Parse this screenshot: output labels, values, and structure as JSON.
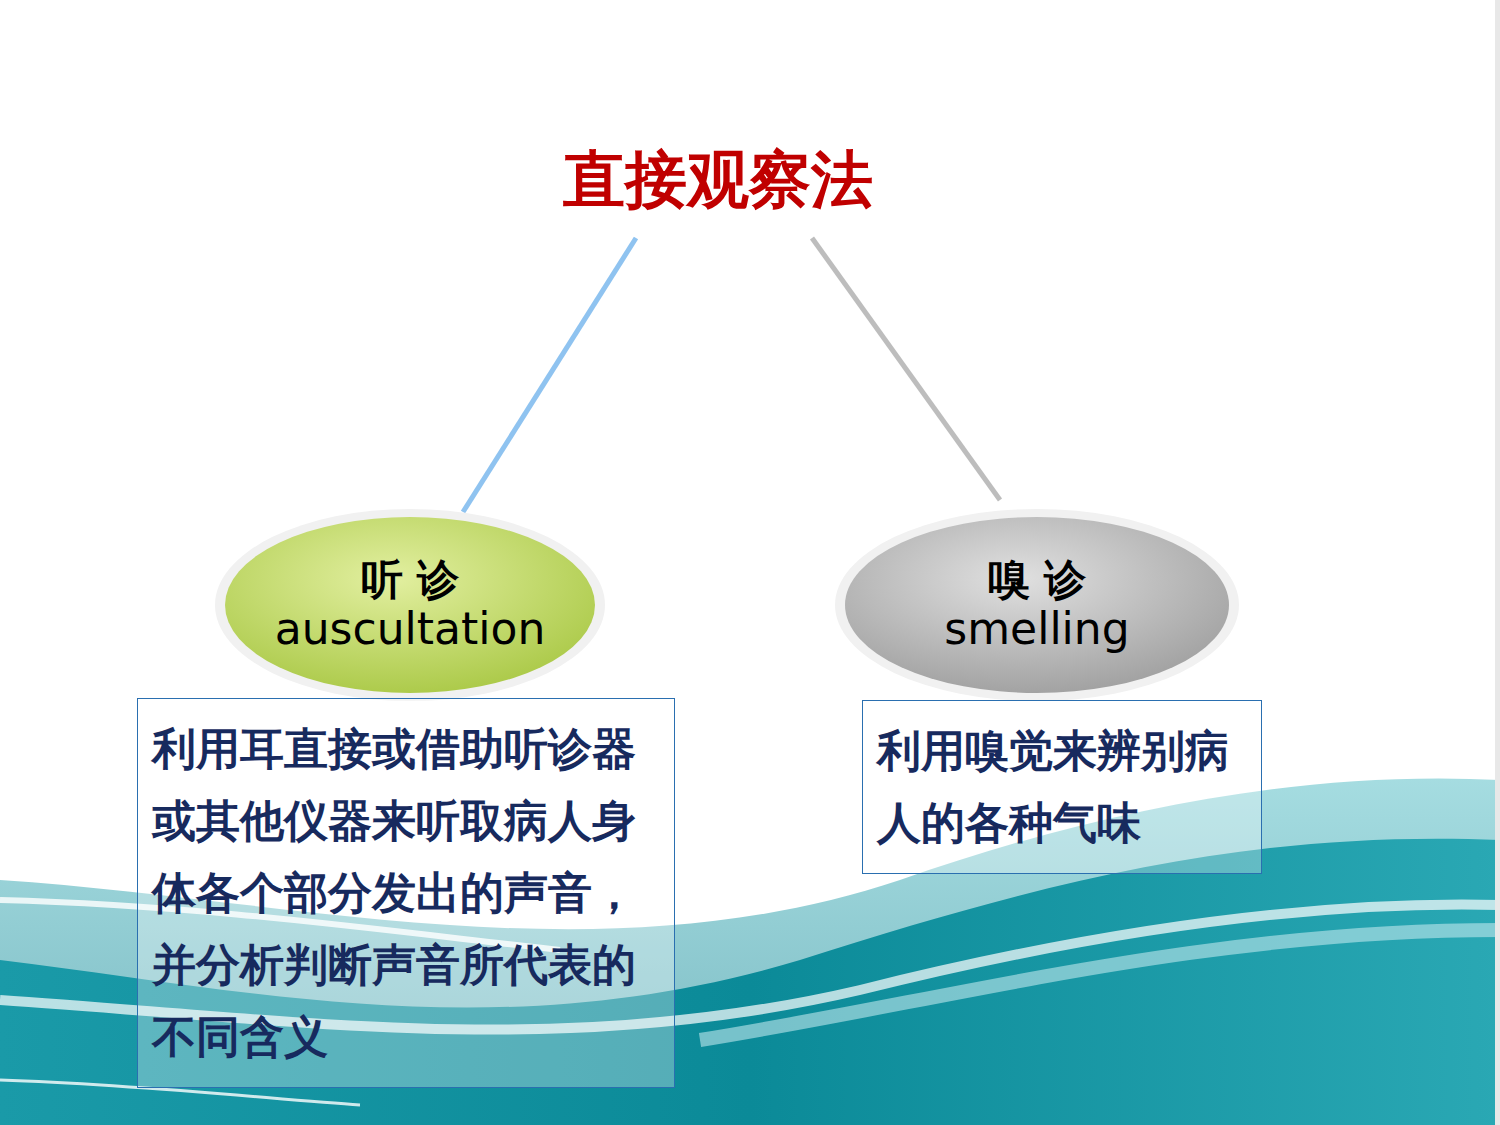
{
  "diagram": {
    "title": "直接观察法",
    "nodes": [
      {
        "text": [
          "听 诊",
          "auscultation"
        ]
      },
      {
        "text": [
          "嗅 诊",
          "smelling"
        ]
      },
      {
        "text": [
          "利用耳直接或借助听诊器或其他仪器来听取病人身体各个部分发出的声音，并分析判断声音所代表的不同含义"
        ]
      },
      {
        "text": [
          "利用嗅觉来辨别病人的各种气味"
        ]
      }
    ]
  }
}
